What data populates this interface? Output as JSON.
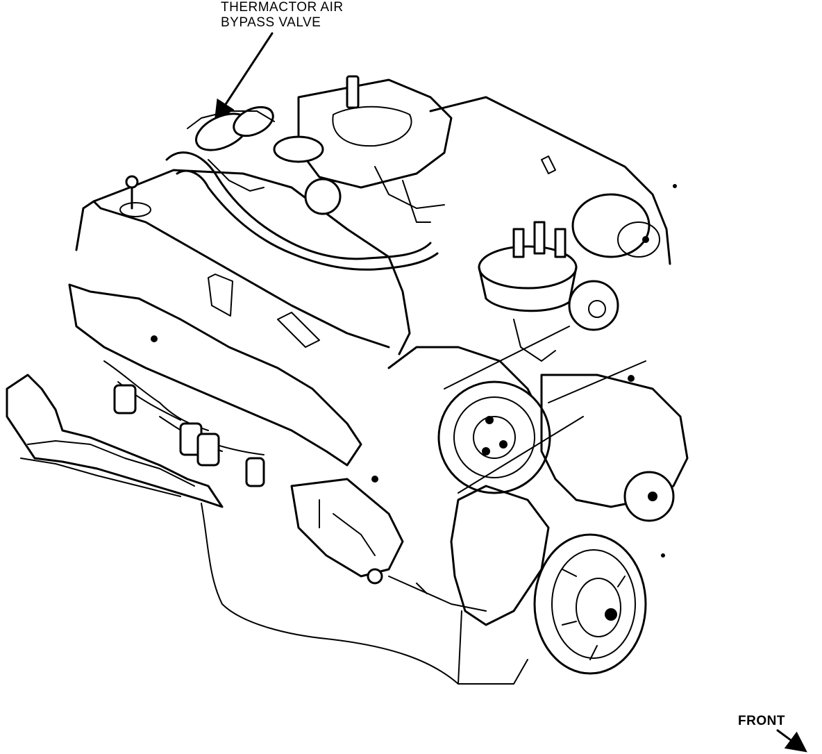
{
  "callout": {
    "line1": "THERMACTOR AIR",
    "line2": "BYPASS VALVE"
  },
  "orientation": {
    "label": "FRONT"
  },
  "colors": {
    "ink": "#000000",
    "paper": "#ffffff"
  }
}
